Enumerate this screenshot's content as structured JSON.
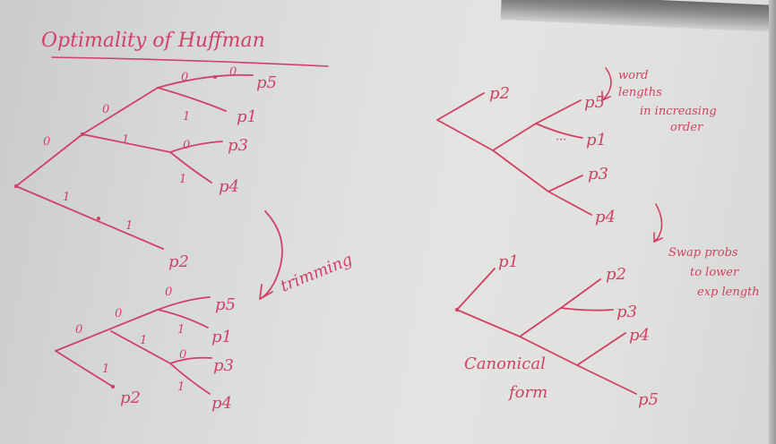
{
  "title": "Optimality of Huffman",
  "trimming_label": "trimming",
  "word_lengths_note": [
    "word",
    "lengths",
    "in increasing",
    "order"
  ],
  "swap_note": [
    "Swap probs",
    "to lower",
    "exp length"
  ],
  "canonical_label": [
    "Canonical",
    "form"
  ],
  "tree1": {
    "leaves": [
      "p5",
      "p1",
      "p3",
      "p4",
      "p2"
    ],
    "bits": [
      "0",
      "0",
      "0",
      "0",
      "1",
      "1",
      "1",
      "1"
    ]
  },
  "tree2": {
    "leaves": [
      "p5",
      "p1",
      "p3",
      "p4",
      "p2"
    ],
    "bits": [
      "0",
      "0",
      "0",
      "1",
      "1",
      "1",
      "0",
      "1"
    ]
  },
  "tree3": {
    "leaves": [
      "p2",
      "p5",
      "p1",
      "p3",
      "p4"
    ]
  },
  "tree4": {
    "leaves": [
      "p1",
      "p2",
      "p3",
      "p4",
      "p5"
    ]
  },
  "colors": {
    "marker": "#d2406a",
    "board": "#e0e1df"
  }
}
